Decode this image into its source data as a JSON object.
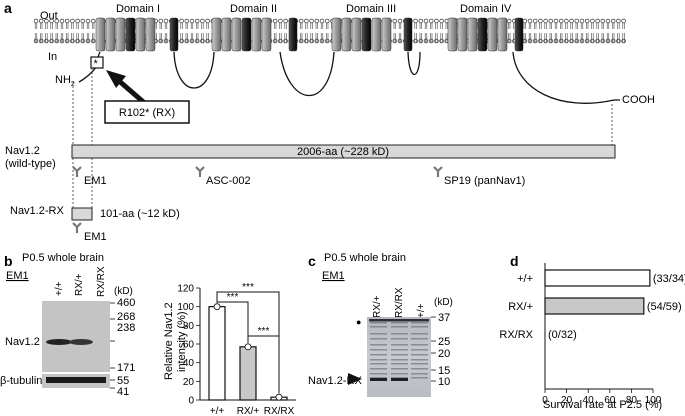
{
  "panel_a": {
    "letter": "a",
    "out_label": "Out",
    "in_label": "In",
    "domains": [
      "Domain I",
      "Domain II",
      "Domain III",
      "Domain IV"
    ],
    "nh2": "NH",
    "nh2_sub": "2",
    "cooh": "COOH",
    "mutation_star": "*",
    "mutation_label": "R102* (RX)",
    "wt_name_1": "Nav1.2",
    "wt_name_2": "(wild-type)",
    "wt_bar_text": "2006-aa (~228 kD)",
    "antibodies": [
      "EM1",
      "ASC-002",
      "SP19 (panNav1)"
    ],
    "rx_name": "Nav1.2-RX",
    "rx_bar_text": "101-aa (~12 kD)",
    "rx_antibody": "EM1"
  },
  "panel_b": {
    "letter": "b",
    "title": "P0.5 whole brain",
    "antibody": "EM1",
    "lanes": [
      "+/+",
      "RX/+",
      "RX/RX"
    ],
    "kd_label": "(kD)",
    "markers_top": [
      "460",
      "268",
      "238",
      "171"
    ],
    "markers_bottom": [
      "55",
      "41"
    ],
    "band_label": "Nav1.2",
    "loading_label": "β-tubulin"
  },
  "chart_b": {
    "type": "bar",
    "categories": [
      "+/+",
      "RX/+",
      "RX/RX"
    ],
    "values": [
      100,
      57,
      3
    ],
    "ylabel_1": "Relative Nav1.2",
    "ylabel_2": "intensity (%)",
    "ylim": [
      0,
      120
    ],
    "yticks": [
      "0",
      "20",
      "40",
      "60",
      "80",
      "100",
      "120"
    ],
    "significance": [
      "***",
      "***",
      "***"
    ],
    "colors": [
      "#ffffff",
      "#c8c8c8",
      "#ffffff"
    ]
  },
  "panel_c": {
    "letter": "c",
    "title": "P0.5 whole brain",
    "antibody": "EM1",
    "lanes": [
      "RX/+",
      "RX/RX",
      "+/+"
    ],
    "kd_label": "(kD)",
    "markers": [
      "37",
      "25",
      "20",
      "15",
      "10"
    ],
    "band_label": "Nav1.2-RX",
    "dot": "●"
  },
  "chart_d": {
    "type": "bar",
    "categories": [
      "+/+",
      "RX/+",
      "RX/RX"
    ],
    "values": [
      97.1,
      91.5,
      0
    ],
    "labels": [
      "(33/34)",
      "(54/59)",
      "(0/32)"
    ],
    "xticks": [
      "0",
      "20",
      "40",
      "60",
      "80",
      "100"
    ],
    "xlim": [
      0,
      100
    ],
    "xlabel": "Survival rate at P2.5 (%)",
    "colors": [
      "#ffffff",
      "#c8c8c8",
      "#ffffff"
    ]
  },
  "panel_d_letter": "d"
}
